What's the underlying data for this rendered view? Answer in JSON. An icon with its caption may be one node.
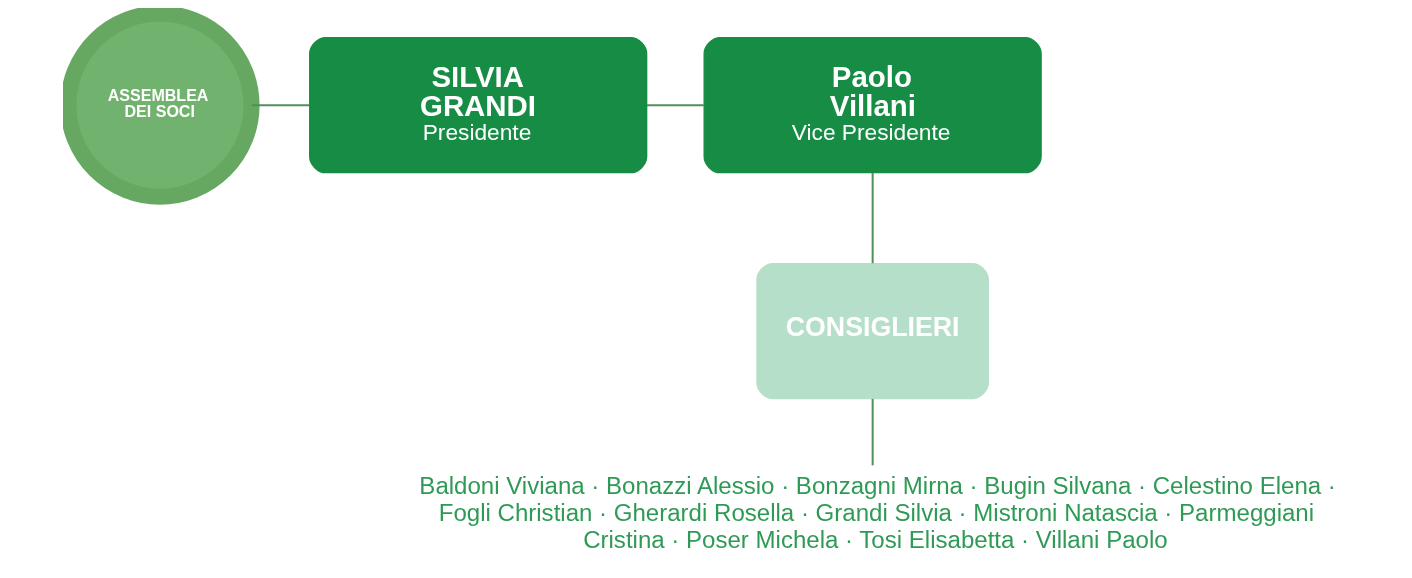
{
  "diagram": {
    "nodes": [
      {
        "text": [
          "ASSEMBLEA DEI SOCI"
        ]
      },
      {
        "text": [
          "SILVIA GRANDI",
          "Presidente"
        ]
      },
      {
        "text": [
          "Paolo Villani",
          "Vice Presidente"
        ]
      },
      {
        "text": [
          "CONSIGLIERI"
        ]
      },
      {
        "text": [
          "Baldoni Viviana · Bonazzi Alessio · Bonzagni Mirna · Bugin Silvana · Celestino Elena · Fogli Christian · Gherardi Rosella · Grandi Silvia · Mistroni Natascia · Parmeggiani Cristina · Poser Michela · Tosi Elisabetta · Villani Paolo"
        ]
      }
    ],
    "edges": [
      {
        "from": 0,
        "to": 1,
        "arrow": "none"
      },
      {
        "from": 1,
        "to": 2,
        "arrow": "none"
      },
      {
        "from": 2,
        "to": 3,
        "arrow": "none"
      },
      {
        "from": 3,
        "to": 4,
        "arrow": "none"
      }
    ]
  }
}
